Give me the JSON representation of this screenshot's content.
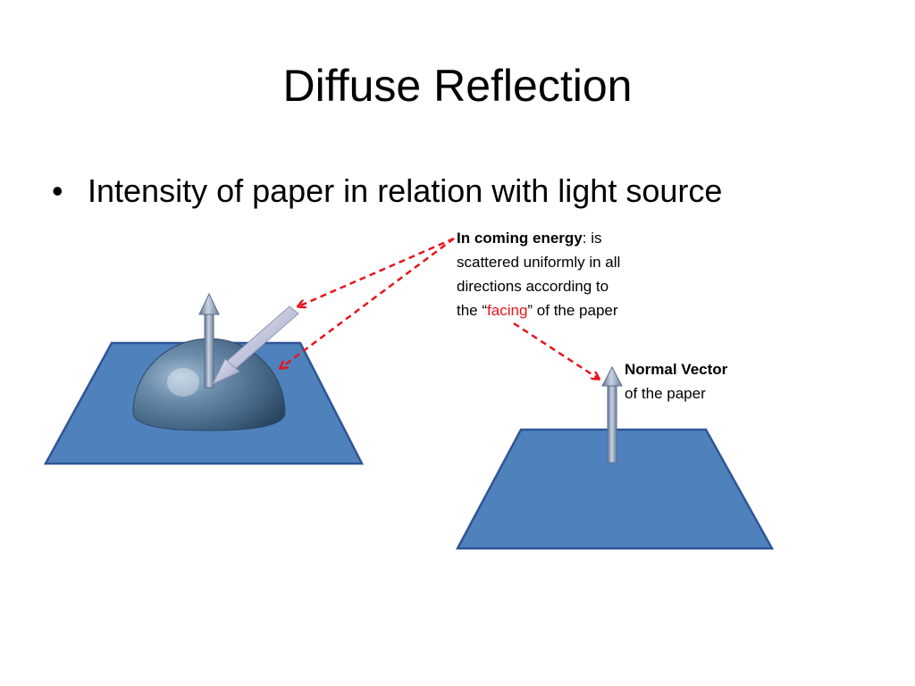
{
  "slide": {
    "title": "Diffuse Reflection",
    "bullet": "Intensity of paper in relation with light source",
    "bullet_glyph": "•"
  },
  "callouts": {
    "incoming": {
      "heading": "In coming energy",
      "heading_suffix": ": is",
      "line2": "scattered uniformly in all",
      "line3": "directions according to",
      "line4_before": "the “",
      "line4_highlight": "facing",
      "line4_after": "” of the paper"
    },
    "normal": {
      "heading": "Normal Vector",
      "line2": "of the paper"
    }
  },
  "colors": {
    "paper_fill": "#4f81bd",
    "paper_stroke": "#2f5597",
    "arrow_dash": "#e8141b",
    "highlight_text": "#e8141b"
  }
}
